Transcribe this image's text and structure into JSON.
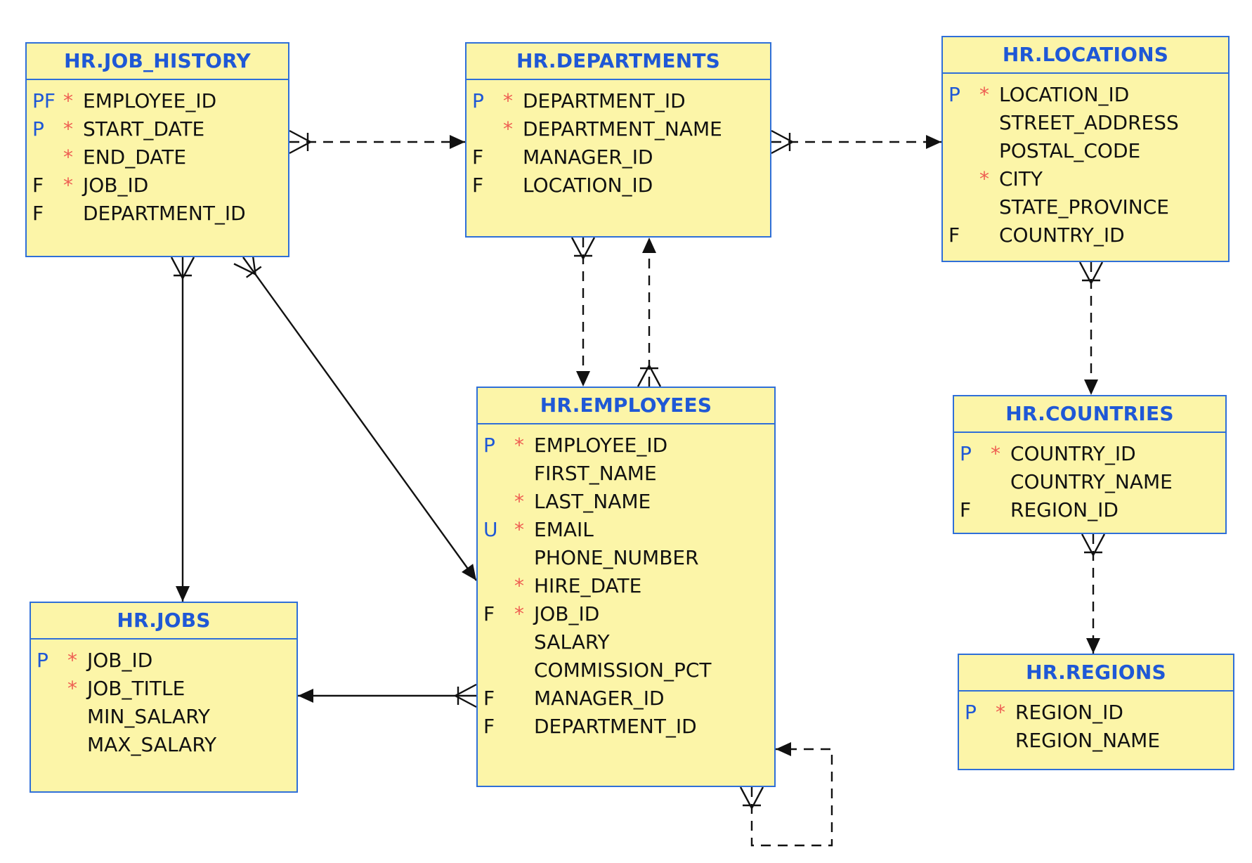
{
  "diagram": {
    "tables": [
      {
        "id": "job_history",
        "name": "HR.JOB_HISTORY",
        "columns": [
          {
            "key": "PF",
            "required": true,
            "name": "EMPLOYEE_ID"
          },
          {
            "key": "P",
            "required": true,
            "name": "START_DATE"
          },
          {
            "key": "",
            "required": true,
            "name": "END_DATE"
          },
          {
            "key": "F",
            "required": true,
            "name": "JOB_ID"
          },
          {
            "key": "F",
            "required": false,
            "name": "DEPARTMENT_ID"
          }
        ]
      },
      {
        "id": "departments",
        "name": "HR.DEPARTMENTS",
        "columns": [
          {
            "key": "P",
            "required": true,
            "name": "DEPARTMENT_ID"
          },
          {
            "key": "",
            "required": true,
            "name": "DEPARTMENT_NAME"
          },
          {
            "key": "F",
            "required": false,
            "name": "MANAGER_ID"
          },
          {
            "key": "F",
            "required": false,
            "name": "LOCATION_ID"
          }
        ]
      },
      {
        "id": "locations",
        "name": "HR.LOCATIONS",
        "columns": [
          {
            "key": "P",
            "required": true,
            "name": "LOCATION_ID"
          },
          {
            "key": "",
            "required": false,
            "name": "STREET_ADDRESS"
          },
          {
            "key": "",
            "required": false,
            "name": "POSTAL_CODE"
          },
          {
            "key": "",
            "required": true,
            "name": "CITY"
          },
          {
            "key": "",
            "required": false,
            "name": "STATE_PROVINCE"
          },
          {
            "key": "F",
            "required": false,
            "name": "COUNTRY_ID"
          }
        ]
      },
      {
        "id": "employees",
        "name": "HR.EMPLOYEES",
        "columns": [
          {
            "key": "P",
            "required": true,
            "name": "EMPLOYEE_ID"
          },
          {
            "key": "",
            "required": false,
            "name": "FIRST_NAME"
          },
          {
            "key": "",
            "required": true,
            "name": "LAST_NAME"
          },
          {
            "key": "U",
            "required": true,
            "name": "EMAIL"
          },
          {
            "key": "",
            "required": false,
            "name": "PHONE_NUMBER"
          },
          {
            "key": "",
            "required": true,
            "name": "HIRE_DATE"
          },
          {
            "key": "F",
            "required": true,
            "name": "JOB_ID"
          },
          {
            "key": "",
            "required": false,
            "name": "SALARY"
          },
          {
            "key": "",
            "required": false,
            "name": "COMMISSION_PCT"
          },
          {
            "key": "F",
            "required": false,
            "name": "MANAGER_ID"
          },
          {
            "key": "F",
            "required": false,
            "name": "DEPARTMENT_ID"
          }
        ]
      },
      {
        "id": "jobs",
        "name": "HR.JOBS",
        "columns": [
          {
            "key": "P",
            "required": true,
            "name": "JOB_ID"
          },
          {
            "key": "",
            "required": true,
            "name": "JOB_TITLE"
          },
          {
            "key": "",
            "required": false,
            "name": "MIN_SALARY"
          },
          {
            "key": "",
            "required": false,
            "name": "MAX_SALARY"
          }
        ]
      },
      {
        "id": "countries",
        "name": "HR.COUNTRIES",
        "columns": [
          {
            "key": "P",
            "required": true,
            "name": "COUNTRY_ID"
          },
          {
            "key": "",
            "required": false,
            "name": "COUNTRY_NAME"
          },
          {
            "key": "F",
            "required": false,
            "name": "REGION_ID"
          }
        ]
      },
      {
        "id": "regions",
        "name": "HR.REGIONS",
        "columns": [
          {
            "key": "P",
            "required": true,
            "name": "REGION_ID"
          },
          {
            "key": "",
            "required": false,
            "name": "REGION_NAME"
          }
        ]
      }
    ],
    "relationships": [
      {
        "from": "job_history",
        "to": "departments",
        "style": "dashed"
      },
      {
        "from": "departments",
        "to": "locations",
        "style": "dashed"
      },
      {
        "from": "job_history",
        "to": "jobs",
        "style": "solid"
      },
      {
        "from": "job_history",
        "to": "employees",
        "style": "solid"
      },
      {
        "from": "departments",
        "to": "employees",
        "style": "dashed"
      },
      {
        "from": "employees",
        "to": "departments",
        "style": "dashed"
      },
      {
        "from": "employees",
        "to": "jobs",
        "style": "solid"
      },
      {
        "from": "employees",
        "to": "employees",
        "style": "dashed"
      },
      {
        "from": "locations",
        "to": "countries",
        "style": "dashed"
      },
      {
        "from": "countries",
        "to": "regions",
        "style": "dashed"
      }
    ]
  },
  "colors": {
    "table_fill": "#fcf5a8",
    "table_border": "#2f6fd8",
    "title_text": "#1f58d6",
    "required_star": "#ee5e52",
    "line": "#111111"
  }
}
